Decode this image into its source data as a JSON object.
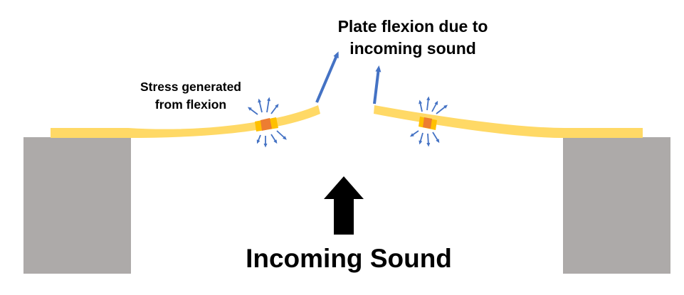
{
  "labels": {
    "plate_flexion_line1": "Plate flexion due to",
    "plate_flexion_line2": "incoming sound",
    "stress_line1": "Stress generated",
    "stress_line2": "from flexion",
    "incoming_sound": "Incoming Sound"
  },
  "colors": {
    "support": "#ADAAA9",
    "plate": "#FFD966",
    "stress_zone": "#FFC000",
    "stress_core": "#ED7D31",
    "stress_arrows": "#4472C4",
    "sound_arrow": "#000000",
    "text": "#000000"
  }
}
